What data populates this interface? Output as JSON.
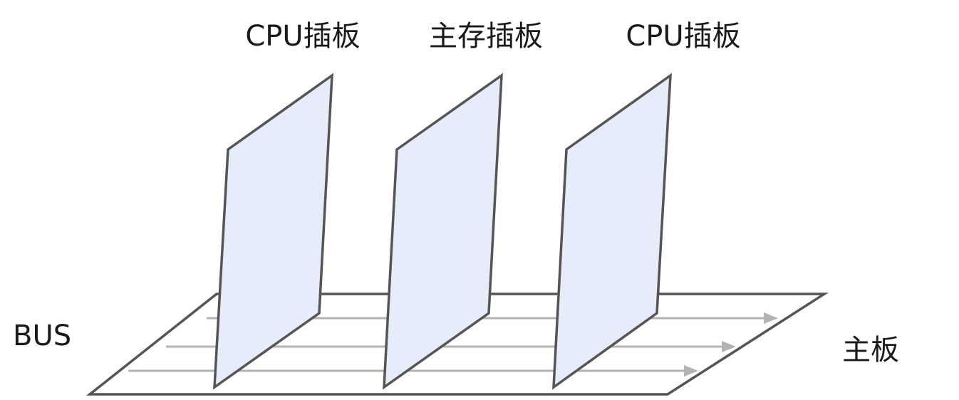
{
  "cards": [
    {
      "id": "cpu-card-1",
      "label": "CPU插板"
    },
    {
      "id": "memory-card",
      "label": "主存插板"
    },
    {
      "id": "cpu-card-2",
      "label": "CPU插板"
    }
  ],
  "bus": {
    "label": "BUS",
    "line_count": 3
  },
  "motherboard": {
    "label": "主板"
  },
  "colors": {
    "card_fill": "#e6ecfa",
    "outline": "#555555",
    "bus_line": "#b3b3b3"
  }
}
